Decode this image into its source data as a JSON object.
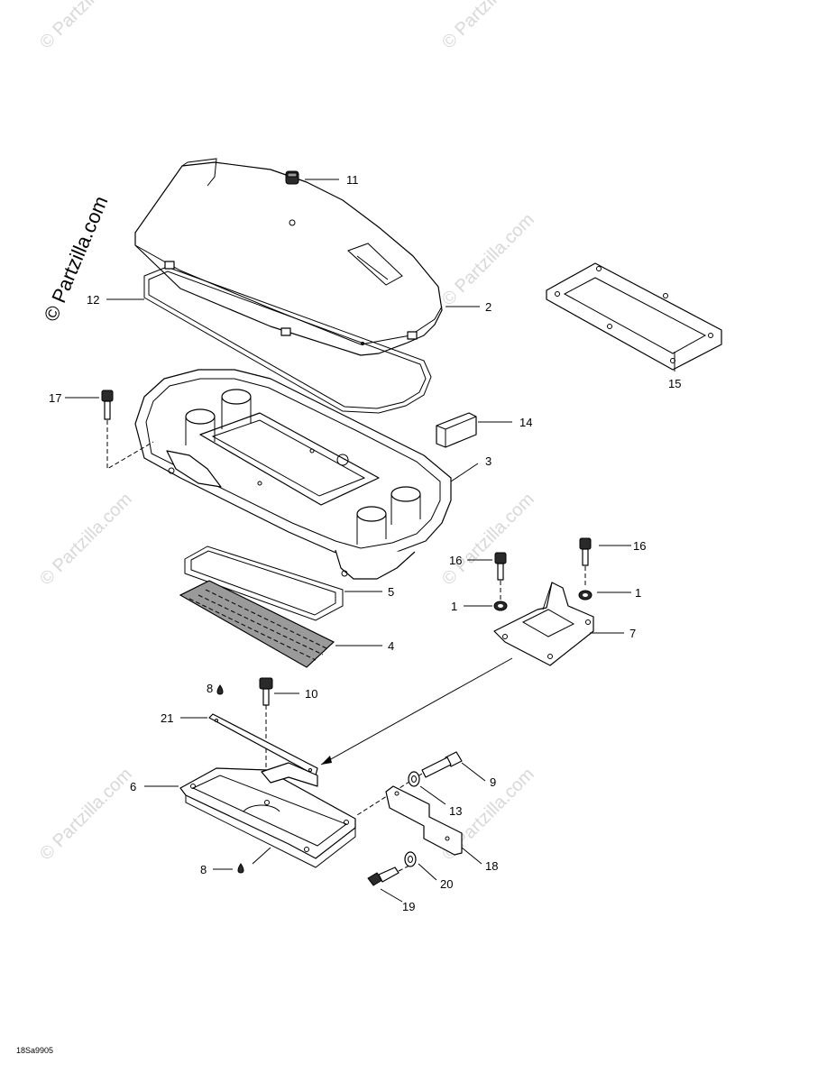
{
  "watermark": {
    "main": "© Partzilla.com",
    "repeat": "© Partzilla.com"
  },
  "reference_code": "18Sa9905",
  "callouts": {
    "c1a": "1",
    "c1b": "1",
    "c2": "2",
    "c3": "3",
    "c4": "4",
    "c5": "5",
    "c6": "6",
    "c7": "7",
    "c8a": "8",
    "c8b": "8",
    "c9": "9",
    "c10": "10",
    "c11": "11",
    "c12": "12",
    "c13": "13",
    "c14": "14",
    "c15": "15",
    "c16a": "16",
    "c16b": "16",
    "c17": "17",
    "c18": "18",
    "c19": "19",
    "c20": "20",
    "c21": "21"
  }
}
